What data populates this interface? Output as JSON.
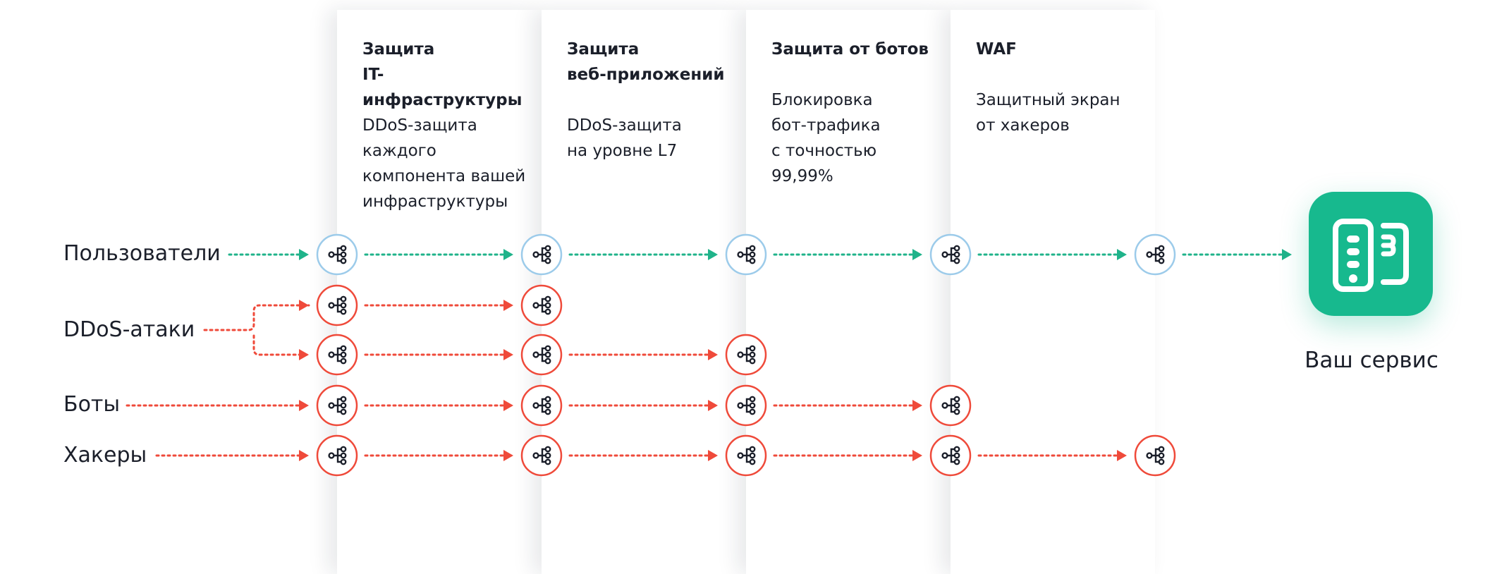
{
  "columns": [
    {
      "title": "Защита\nIT-инфраструктуры",
      "desc": "DDoS-защита\nкаждого\nкомпонента вашей\nинфраструктуры"
    },
    {
      "title": "Защита\nвеб-приложений",
      "desc": "DDoS-защита\nна уровне L7"
    },
    {
      "title": "Защита от ботов",
      "desc": "Блокировка\nбот-трафика\nс точностью\n99,99%"
    },
    {
      "title": "WAF",
      "desc": "Защитный экран\nот хакеров"
    }
  ],
  "rows": [
    {
      "label": "Пользователи"
    },
    {
      "label": "DDoS-атаки"
    },
    {
      "label": "Боты"
    },
    {
      "label": "Хакеры"
    }
  ],
  "service": {
    "label": "Ваш сервис",
    "icon": "service-device-icon"
  },
  "colors": {
    "allowed": "#1fb38a",
    "blocked": "#ef4a3a",
    "node_border_allowed": "#9ccbea",
    "service_bg": "#17b98e"
  },
  "icons": {
    "node": "network-node-icon",
    "arrow": "arrow-head-icon"
  }
}
